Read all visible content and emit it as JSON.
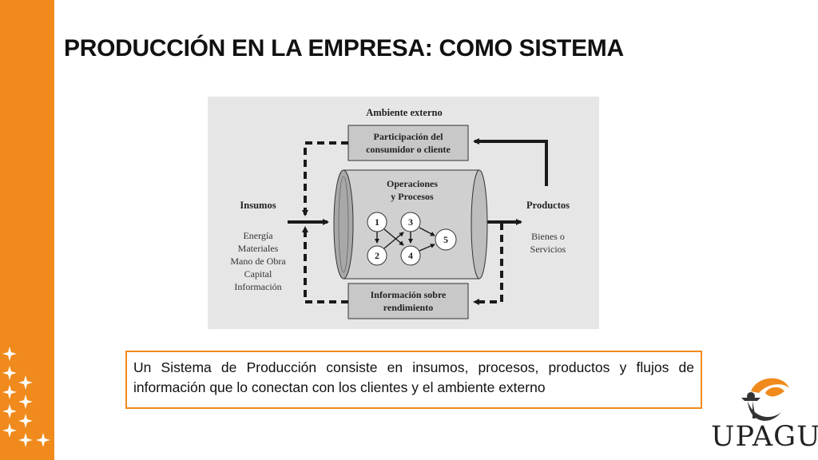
{
  "slide": {
    "title": "PRODUCCIÓN EN LA EMPRESA: COMO SISTEMA"
  },
  "diagram": {
    "environment_label": "Ambiente externo",
    "top_box": [
      "Participación del",
      "consumidor o cliente"
    ],
    "bottom_box": [
      "Información sobre",
      "rendimiento"
    ],
    "cylinder_label": [
      "Operaciones",
      "y Procesos"
    ],
    "process_nodes": [
      "1",
      "2",
      "3",
      "4",
      "5"
    ],
    "inputs_title": "Insumos",
    "inputs": [
      "Energía",
      "Materiales",
      "Mano de Obra",
      "Capital",
      "Información"
    ],
    "outputs_title": "Productos",
    "outputs": [
      "Bienes o",
      "Servicios"
    ]
  },
  "caption": {
    "prefix": "Un ",
    "highlight": "Sistema de Producción",
    "suffix": " consiste en insumos, procesos, productos y flujos de información que lo conectan con los clientes y el ambiente externo"
  },
  "logo": {
    "text": "UPAGU"
  },
  "colors": {
    "accent": "#f08a1c",
    "diagram_bg": "#e6e6e6",
    "box_fill": "#c8c8c8"
  }
}
